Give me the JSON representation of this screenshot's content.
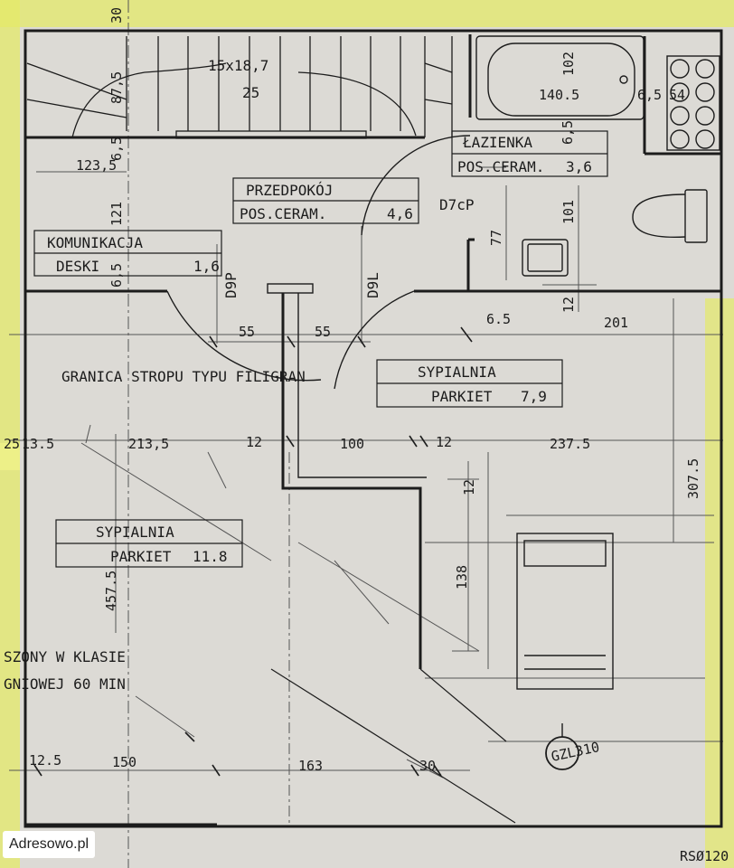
{
  "colors": {
    "paper": "#dcdad5",
    "line": "#1c1c1c",
    "highlight": "#e4ea68"
  },
  "rooms": {
    "predpokoj": {
      "name": "PRZEDPOKÓJ",
      "floor": "POS.CERAM.",
      "area": "4,6"
    },
    "komunikacja": {
      "name": "KOMUNIKACJA",
      "floor": "DESKI",
      "area": "1,6"
    },
    "lazienka": {
      "name": "ŁAZIENKA",
      "floor": "POS.CERAM.",
      "area": "3,6"
    },
    "sypialnia_right": {
      "name": "SYPIALNIA",
      "floor": "PARKIET",
      "area": "7,9"
    },
    "sypialnia_left": {
      "name": "SYPIALNIA",
      "floor": "PARKIET",
      "area": "11.8"
    }
  },
  "stairs": {
    "size": "15x18,7",
    "count": "25"
  },
  "doors": [
    "D7cP",
    "D9P",
    "D9L"
  ],
  "notes": {
    "slab": "GRANICA STROPU TYPU FILIGRAN",
    "fire_line1": "SZONY W KLASIE",
    "fire_line2": "GNIOWEJ 60 MIN",
    "column": "GZL310",
    "corner": "RSØ120"
  },
  "dims": {
    "d_30": "30",
    "d_87_5": "87,5",
    "d_6_5a": "6,5",
    "d_123_5": "123,5",
    "d_121": "121",
    "d_6_5b": "6,5",
    "d_102": "102",
    "d_140_5": "140.5",
    "d_6_5c": "6,5",
    "d_54": "54",
    "d_6_5d": "6,5",
    "d_77": "77",
    "d_101": "101",
    "d_12a": "12",
    "d_55a": "55",
    "d_55b": "55",
    "d_6_5e": "6.5",
    "d_201": "201",
    "d_25": "25",
    "d_13_5": "13.5",
    "d_213_5": "213,5",
    "d_12b": "12",
    "d_100": "100",
    "d_12c": "12",
    "d_237_5": "237.5",
    "d_307_5": "307.5",
    "d_12d": "12",
    "d_138": "138",
    "d_457_5": "457.5",
    "d_12_5": "12.5",
    "d_150": "150",
    "d_163": "163",
    "d_30b": "30"
  },
  "watermark": "Adresowo.pl"
}
